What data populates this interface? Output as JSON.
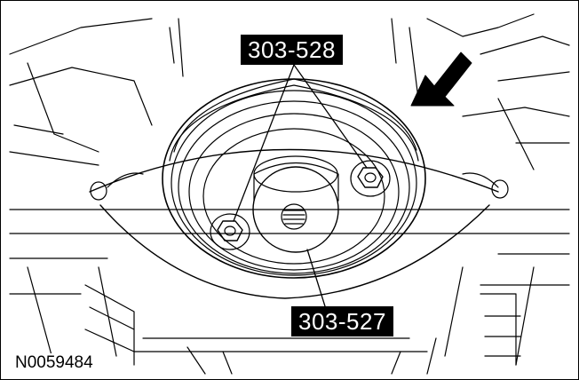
{
  "callouts": {
    "top_label": "303-528",
    "bottom_label": "303-527"
  },
  "figure_id": "N0059484",
  "icons": [
    "direction-arrow-icon",
    "bolt-icon",
    "bolt-icon"
  ]
}
